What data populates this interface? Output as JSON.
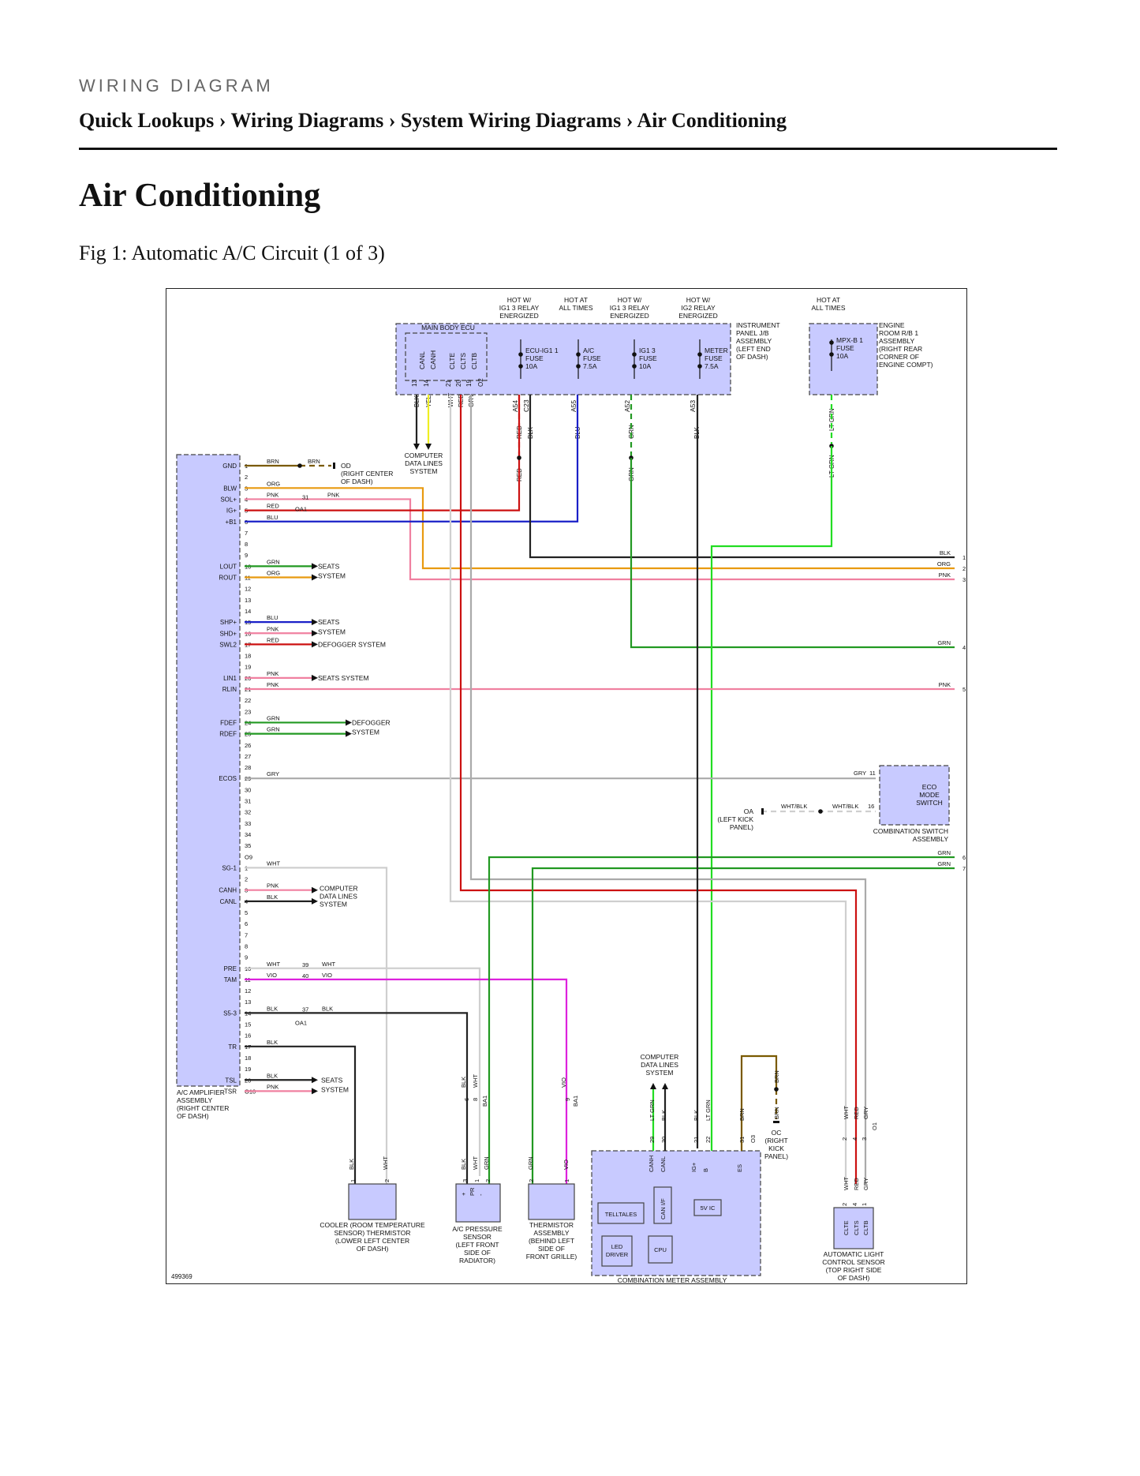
{
  "header": {
    "kicker": "WIRING DIAGRAM",
    "crumbs": [
      "Quick Lookups",
      "Wiring Diagrams",
      "System Wiring Diagrams",
      "Air Conditioning"
    ],
    "sep": " › "
  },
  "page_title": "Air Conditioning",
  "figure_caption": "Fig 1: Automatic A/C Circuit (1 of 3)",
  "figure_id": "499369",
  "colors": {
    "box": "#c8caff",
    "BLK": "#222222",
    "BRN": "#7a5a00",
    "ORG": "#e89a10",
    "PNK": "#f080a0",
    "RED": "#cc1111",
    "BLU": "#1a20c8",
    "GRN": "#229922",
    "LTGRN": "#22dd22",
    "GRY": "#aaaaaa",
    "WHT": "#cfcfcf",
    "YEL": "#eeee22",
    "VIO": "#dd22dd"
  },
  "diagram": {
    "power": [
      {
        "id": "p1",
        "lines": [
          "HOT W/",
          "IG1 3 RELAY",
          "ENERGIZED"
        ]
      },
      {
        "id": "p2",
        "lines": [
          "HOT AT",
          "ALL TIMES"
        ]
      },
      {
        "id": "p3",
        "lines": [
          "HOT W/",
          "IG1 3 RELAY",
          "ENERGIZED"
        ]
      },
      {
        "id": "p4",
        "lines": [
          "HOT W/",
          "IG2 RELAY",
          "ENERGIZED"
        ]
      },
      {
        "id": "p5",
        "lines": [
          "HOT AT",
          "ALL TIMES"
        ]
      }
    ],
    "main_body_ecu": "MAIN BODY ECU",
    "ecu_pins": [
      "CANL",
      "CANH",
      "CLTE",
      "CLTS",
      "CLTB"
    ],
    "ecu_pin_nums": [
      "13",
      "14",
      "21",
      "20",
      "19",
      "O2"
    ],
    "fuses": [
      {
        "id": "f1",
        "lines": [
          "ECU-IG1 1",
          "FUSE",
          "10A"
        ]
      },
      {
        "id": "f2",
        "lines": [
          "A/C",
          "FUSE",
          "7.5A"
        ]
      },
      {
        "id": "f3",
        "lines": [
          "IG1 3",
          "FUSE",
          "10A"
        ]
      },
      {
        "id": "f4",
        "lines": [
          "METER",
          "FUSE",
          "7.5A"
        ]
      },
      {
        "id": "f5",
        "lines": [
          "MPX-B 1",
          "FUSE",
          "10A"
        ]
      }
    ],
    "ip_jb": [
      "INSTRUMENT",
      "PANEL J/B",
      "ASSEMBLY",
      "(LEFT END",
      "OF DASH)"
    ],
    "er_rb": [
      "ENGINE",
      "ROOM R/B 1",
      "ASSEMBLY",
      "(RIGHT REAR",
      "CORNER OF",
      "ENGINE COMPT)"
    ],
    "top_conn": [
      "A54",
      "C23",
      "A55",
      "A52",
      "A53"
    ],
    "top_wires": [
      "BLK",
      "YEL",
      "WHT",
      "RED",
      "GRY",
      "RED",
      "BLK",
      "BLU",
      "GRN",
      "BLK",
      "LT GRN",
      "RED",
      "GRN",
      "LT GRN"
    ],
    "computer_data_lines": [
      "COMPUTER",
      "DATA LINES",
      "SYSTEM"
    ],
    "od_label": [
      "OD",
      "(RIGHT CENTER",
      "OF DASH)"
    ],
    "amp_pins_left": [
      "GND",
      "BLW",
      "SOL+",
      "IG+",
      "+B1",
      "LOUT",
      "ROUT",
      "SHP+",
      "SHD+",
      "SWL2",
      "LIN1",
      "RLIN",
      "FDEF",
      "RDEF",
      "ECOS",
      "SG-1",
      "CANH",
      "CANL",
      "PRE",
      "TAM",
      "S5-3",
      "TR",
      "TSL",
      "TSR"
    ],
    "amp_pin_nums": [
      "1",
      "2",
      "3",
      "4",
      "5",
      "6",
      "7",
      "8",
      "9",
      "10",
      "11",
      "12",
      "13",
      "14",
      "15",
      "16",
      "17",
      "18",
      "19",
      "20",
      "21",
      "22",
      "23",
      "24",
      "25",
      "26",
      "27",
      "28",
      "29",
      "30",
      "31",
      "32",
      "33",
      "34",
      "35",
      "O9",
      "1",
      "2",
      "3",
      "4",
      "5",
      "6",
      "7",
      "8",
      "9",
      "10",
      "11",
      "12",
      "13",
      "14",
      "15",
      "16",
      "17",
      "18",
      "19",
      "20",
      "O10"
    ],
    "amp_wires": [
      "BRN",
      "BRN",
      "ORG",
      "PNK",
      "31",
      "PNK",
      "OA1",
      "RED",
      "BLU",
      "GRN",
      "ORG",
      "BLU",
      "PNK",
      "RED",
      "PNK",
      "PNK",
      "GRN",
      "GRN",
      "GRY",
      "WHT",
      "PNK",
      "BLK",
      "WHT",
      "39",
      "WHT",
      "VIO",
      "40",
      "VIO",
      "BLK",
      "37",
      "BLK",
      "OA1",
      "BLK",
      "BLK",
      "PNK"
    ],
    "dest_labels": [
      "SEATS",
      "SYSTEM",
      "SEATS",
      "SYSTEM",
      "DEFOGGER SYSTEM",
      "SEATS SYSTEM",
      "DEFOGGER",
      "SYSTEM",
      "COMPUTER",
      "DATA LINES",
      "SYSTEM",
      "SEATS",
      "SYSTEM"
    ],
    "amp_label": [
      "A/C AMPLIFIER",
      "ASSEMBLY",
      "(RIGHT CENTER",
      "OF DASH)"
    ],
    "right_wires": [
      {
        "c": "BLK",
        "n": "1"
      },
      {
        "c": "ORG",
        "n": "2"
      },
      {
        "c": "PNK",
        "n": "3"
      },
      {
        "c": "GRN",
        "n": "4"
      },
      {
        "c": "PNK",
        "n": "5"
      },
      {
        "c": "GRN",
        "n": "6"
      },
      {
        "c": "GRN",
        "n": "7"
      }
    ],
    "eco": {
      "label": [
        "ECO",
        "MODE",
        "SWITCH"
      ],
      "assy": [
        "COMBINATION SWITCH",
        "ASSEMBLY"
      ],
      "w1": "GRY",
      "n1": "11",
      "w2": "WHT/BLK",
      "n2": "16",
      "ground": [
        "OA",
        "(LEFT KICK",
        "PANEL)"
      ]
    },
    "bottom_wires": [
      "BLK",
      "WHT",
      "BLK",
      "WHT",
      "6",
      "8",
      "BA1",
      "VIO",
      "9",
      "BA1",
      "BLK",
      "WHT",
      "GRN",
      "GRN",
      "VIO",
      "LT GRN",
      "BLK",
      "BLK",
      "LT GRN",
      "BRN",
      "BRN",
      "BRN",
      "WHT",
      "RED",
      "GRY",
      "O1",
      "WHT",
      "RED",
      "GRY"
    ],
    "bottom_pin_nums": [
      "1",
      "2",
      "3",
      "1",
      "2",
      "2",
      "1",
      "29",
      "30",
      "21",
      "22",
      "31",
      "O3",
      "2",
      "4",
      "3",
      "2",
      "4",
      "1"
    ],
    "sensor_pins": [
      "+",
      "PR",
      "-"
    ],
    "meter_pins": [
      "CANH",
      "CANL",
      "IG+",
      "B",
      "ES"
    ],
    "meter_blocks": [
      "TELLTALES",
      "CAN I/F",
      "5V IC",
      "LED",
      "DRIVER",
      "CPU"
    ],
    "light_pins": [
      "CLTE",
      "CLTS",
      "CLTB"
    ],
    "oc_label": [
      "OC",
      "(RIGHT",
      "KICK",
      "PANEL)"
    ],
    "components": [
      {
        "id": "c1",
        "lines": [
          "COOLER (ROOM TEMPERATURE",
          "SENSOR) THERMISTOR",
          "(LOWER LEFT CENTER",
          "OF DASH)"
        ]
      },
      {
        "id": "c2",
        "lines": [
          "A/C PRESSURE",
          "SENSOR",
          "(LEFT FRONT",
          "SIDE OF",
          "RADIATOR)"
        ]
      },
      {
        "id": "c3",
        "lines": [
          "THERMISTOR",
          "ASSEMBLY",
          "(BEHIND LEFT",
          "SIDE OF",
          "FRONT GRILLE)"
        ]
      },
      {
        "id": "c4",
        "lines": [
          "COMBINATION METER ASSEMBLY"
        ]
      },
      {
        "id": "c5",
        "lines": [
          "AUTOMATIC LIGHT",
          "CONTROL SENSOR",
          "(TOP RIGHT SIDE",
          "OF DASH)"
        ]
      }
    ]
  }
}
